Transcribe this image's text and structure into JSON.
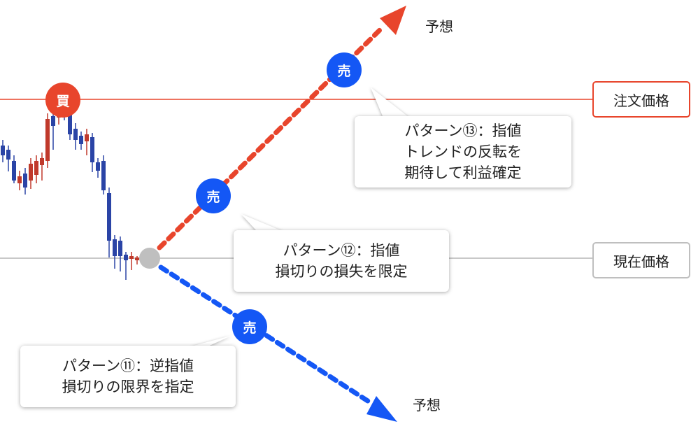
{
  "price_levels": {
    "order_price_label": "注文価格",
    "current_price_label": "現在価格"
  },
  "markers": {
    "buy_label": "買",
    "sell_label": "売"
  },
  "forecast_label": "予想",
  "callouts": [
    {
      "id": "pattern-13",
      "lines": [
        "パターン⑬：指値",
        "トレンドの反転を",
        "期待して利益確定"
      ]
    },
    {
      "id": "pattern-12",
      "lines": [
        "パターン⑫：指値",
        "損切りの損失を限定"
      ]
    },
    {
      "id": "pattern-11",
      "lines": [
        "パターン⑪：逆指値",
        "損切りの限界を指定"
      ]
    }
  ],
  "colors": {
    "buy": "#e8452c",
    "sell": "#1457f5",
    "order_line": "#e8452c",
    "current_line": "#c8c8c8",
    "candle_up": "#c0392b",
    "candle_down": "#2a44a6",
    "current_point": "#bfbfbf"
  }
}
